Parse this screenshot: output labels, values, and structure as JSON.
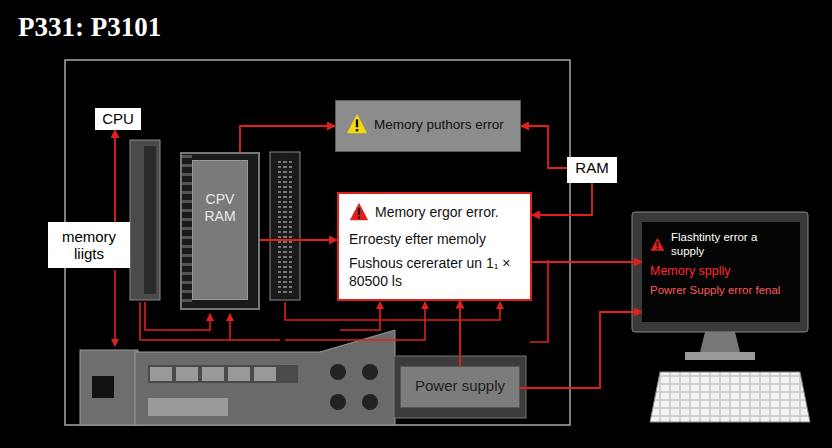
{
  "diagram": {
    "title": "P331: P3101",
    "nodes": [
      {
        "text": [
          "CPU"
        ]
      },
      {
        "text": [
          "memory liigts"
        ]
      },
      {
        "text": [
          "CPV RAM"
        ]
      },
      {
        "text": [
          "Memory puthors error"
        ]
      },
      {
        "text": [
          "RAM"
        ]
      },
      {
        "text": [
          "Memory ergor error.",
          "Erroesty efter memoly",
          "Fushous cererater un 1₁ × 80500 ls"
        ]
      },
      {
        "text": [
          "Power supply"
        ]
      },
      {
        "text": [
          "Flashtinty error a supply",
          "Memory spplly",
          "Powrer Supply error fenal"
        ]
      }
    ],
    "edges": [
      {
        "from": 1,
        "to": 0,
        "arrow": "to"
      },
      {
        "from": 2,
        "to": 3,
        "arrow": "to"
      },
      {
        "from": 2,
        "to": 5,
        "arrow": "to"
      },
      {
        "from": 4,
        "to": 3,
        "arrow": "to"
      },
      {
        "from": 4,
        "to": 5,
        "arrow": "to"
      },
      {
        "from": 5,
        "to": 7,
        "arrow": "to"
      },
      {
        "from": 6,
        "to": 5,
        "arrow": "to"
      },
      {
        "from": 6,
        "to": 7,
        "arrow": "to"
      }
    ]
  }
}
